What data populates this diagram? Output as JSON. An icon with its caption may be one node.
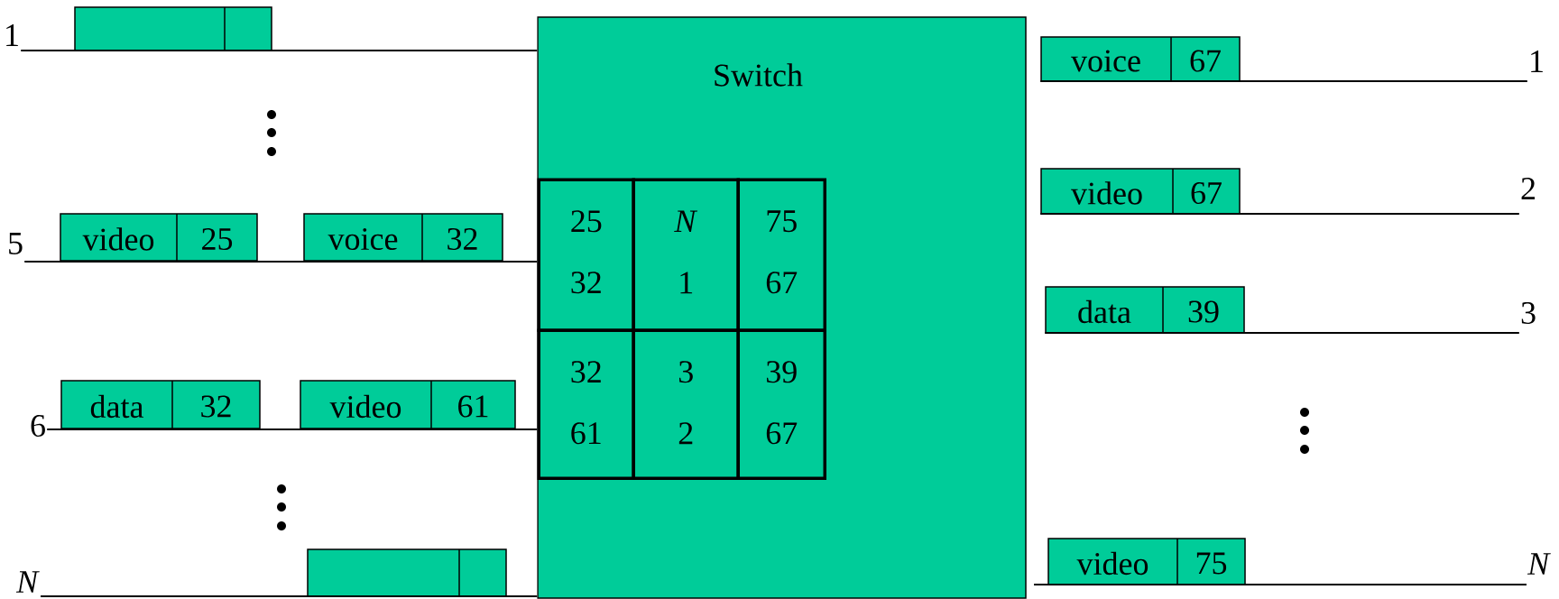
{
  "diagram": {
    "nodes": [
      {
        "text": [
          "Switch"
        ]
      },
      {
        "text": [
          "25",
          "32"
        ],
        "in": 0
      },
      {
        "text": [
          "*N*",
          "1"
        ],
        "in": 0
      },
      {
        "text": [
          "75",
          "67"
        ],
        "in": 0
      },
      {
        "text": [
          "32",
          "61"
        ],
        "in": 0
      },
      {
        "text": [
          "3",
          "2"
        ],
        "in": 0
      },
      {
        "text": [
          "39",
          "67"
        ],
        "in": 0
      },
      {
        "text": [],
        "shape": "box"
      },
      {
        "text": [
          "video",
          "25"
        ]
      },
      {
        "text": [
          "voice",
          "32"
        ]
      },
      {
        "text": [
          "data",
          "32"
        ]
      },
      {
        "text": [
          "video",
          "61"
        ]
      },
      {
        "text": [],
        "shape": "box"
      },
      {
        "text": [
          "voice",
          "67"
        ]
      },
      {
        "text": [
          "video",
          "67"
        ]
      },
      {
        "text": [
          "data",
          "39"
        ]
      },
      {
        "text": [
          "video",
          "75"
        ]
      },
      {
        "text": [
          "1"
        ]
      },
      {
        "text": [
          "5"
        ]
      },
      {
        "text": [
          "6"
        ]
      },
      {
        "text": [
          "*N*"
        ]
      },
      {
        "text": [
          "1"
        ]
      },
      {
        "text": [
          "2"
        ]
      },
      {
        "text": [
          "3"
        ]
      },
      {
        "text": [
          "*N*"
        ]
      }
    ],
    "edges": [
      {
        "from": 17,
        "to": 0,
        "arrow": "none"
      },
      {
        "from": 18,
        "to": 0,
        "arrow": "none"
      },
      {
        "from": 19,
        "to": 0,
        "arrow": "none"
      },
      {
        "from": 20,
        "to": 0,
        "arrow": "none"
      },
      {
        "from": 13,
        "to": 21,
        "arrow": "none"
      },
      {
        "from": 14,
        "to": 22,
        "arrow": "none"
      },
      {
        "from": 15,
        "to": 23,
        "arrow": "none"
      },
      {
        "from": 16,
        "to": 24,
        "arrow": "none"
      }
    ]
  }
}
